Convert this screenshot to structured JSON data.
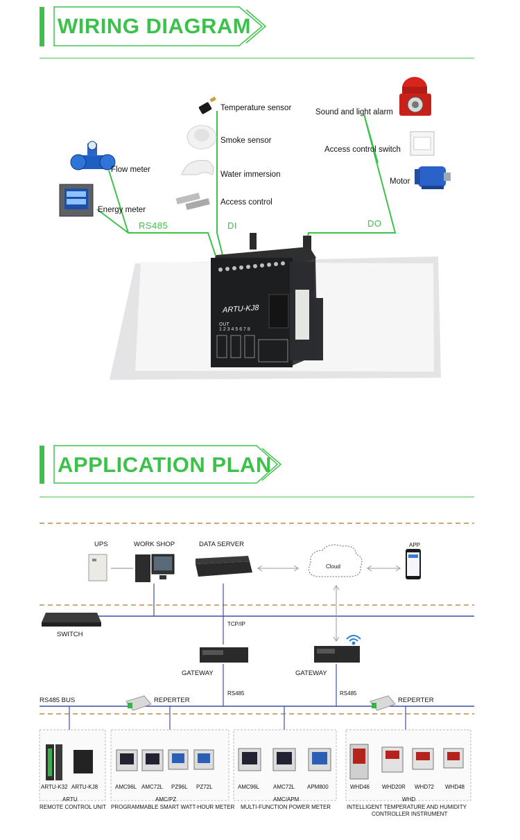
{
  "headers": {
    "wiring": "WIRING DIAGRAM",
    "application": "APPLICATION PLAN"
  },
  "wiring": {
    "device_model": "ARTU-KJ8",
    "device_out_label": "OUT",
    "device_out_numbers": "1 2 3 4 5 6 7 8",
    "groups": {
      "rs485": "RS485",
      "di": "DI",
      "do": "DO"
    },
    "rs485_items": [
      "Flow meter",
      "Energy meter"
    ],
    "di_items": [
      "Temperature sensor",
      "Smoke sensor",
      "Water immersion",
      "Access control"
    ],
    "do_items": [
      "Sound and light alarm",
      "Access control switch",
      "Motor"
    ]
  },
  "application": {
    "top": {
      "ups": "UPS",
      "workshop": "WORK SHOP",
      "data_server": "DATA SERVER",
      "cloud": "Cloud",
      "app": "APP"
    },
    "switch": "SWITCH",
    "tcpip": "TCP/IP",
    "gateway_left": "GATEWAY",
    "gateway_right": "GATEWAY",
    "rs485_left": "RS485",
    "rs485_right": "RS485",
    "bus": "RS485 BUS",
    "repeater_left": "REPERTER",
    "repeater_right": "REPERTER",
    "groups": [
      {
        "devices": [
          "ARTU-K32",
          "ARTU-KJ8"
        ],
        "code": "ARTU",
        "name": "REMOTE CONTROL UNIT"
      },
      {
        "devices": [
          "AMC96L",
          "AMC72L",
          "PZ96L",
          "PZ72L"
        ],
        "code": "AMC/PZ",
        "name": "PROGRAMMABLE SMART WATT-HOUR METER"
      },
      {
        "devices": [
          "AMC96L",
          "AMC72L",
          "APM800"
        ],
        "code": "AMC/APM",
        "name": "MULTI-FUNCTION POWER METER"
      },
      {
        "devices": [
          "WHD46",
          "WHD20R",
          "WHD72",
          "WHD48"
        ],
        "code": "WHD",
        "name": "INTELLIGENT TEMPERATURE AND HUMIDITY",
        "name2": "CONTROLLER INSTRUMENT"
      }
    ]
  },
  "colors": {
    "accent_green": "#3cc24a",
    "dash_orange": "#c98a3a",
    "bus_blue": "#3a4fa8"
  }
}
